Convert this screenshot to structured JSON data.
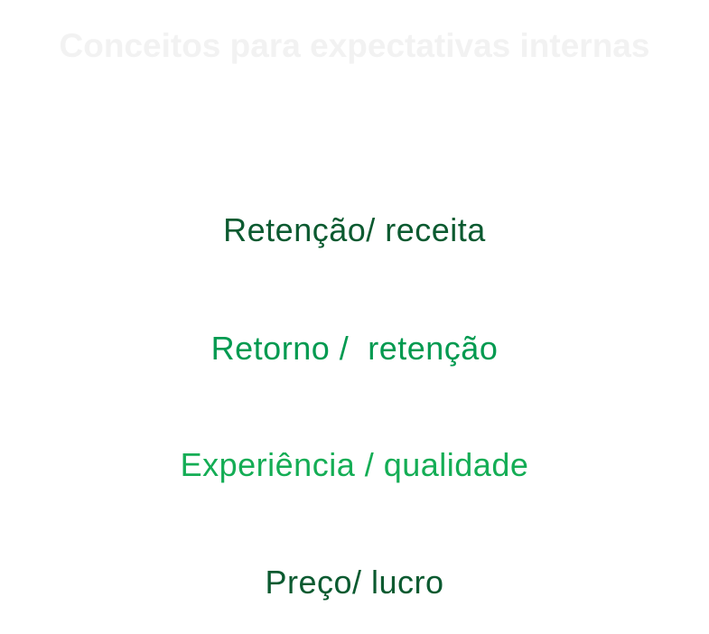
{
  "title": "Conceitos para expectativas internas",
  "title_color": "#f2f2f2",
  "items": [
    {
      "label": "Retenção/ receita",
      "color": "#0b5a30"
    },
    {
      "label": "Retorno /  retenção",
      "color": "#009a50"
    },
    {
      "label": "Experiência / qualidade",
      "color": "#14ad55"
    },
    {
      "label": "Preço/ lucro",
      "color": "#0b5a30"
    }
  ]
}
